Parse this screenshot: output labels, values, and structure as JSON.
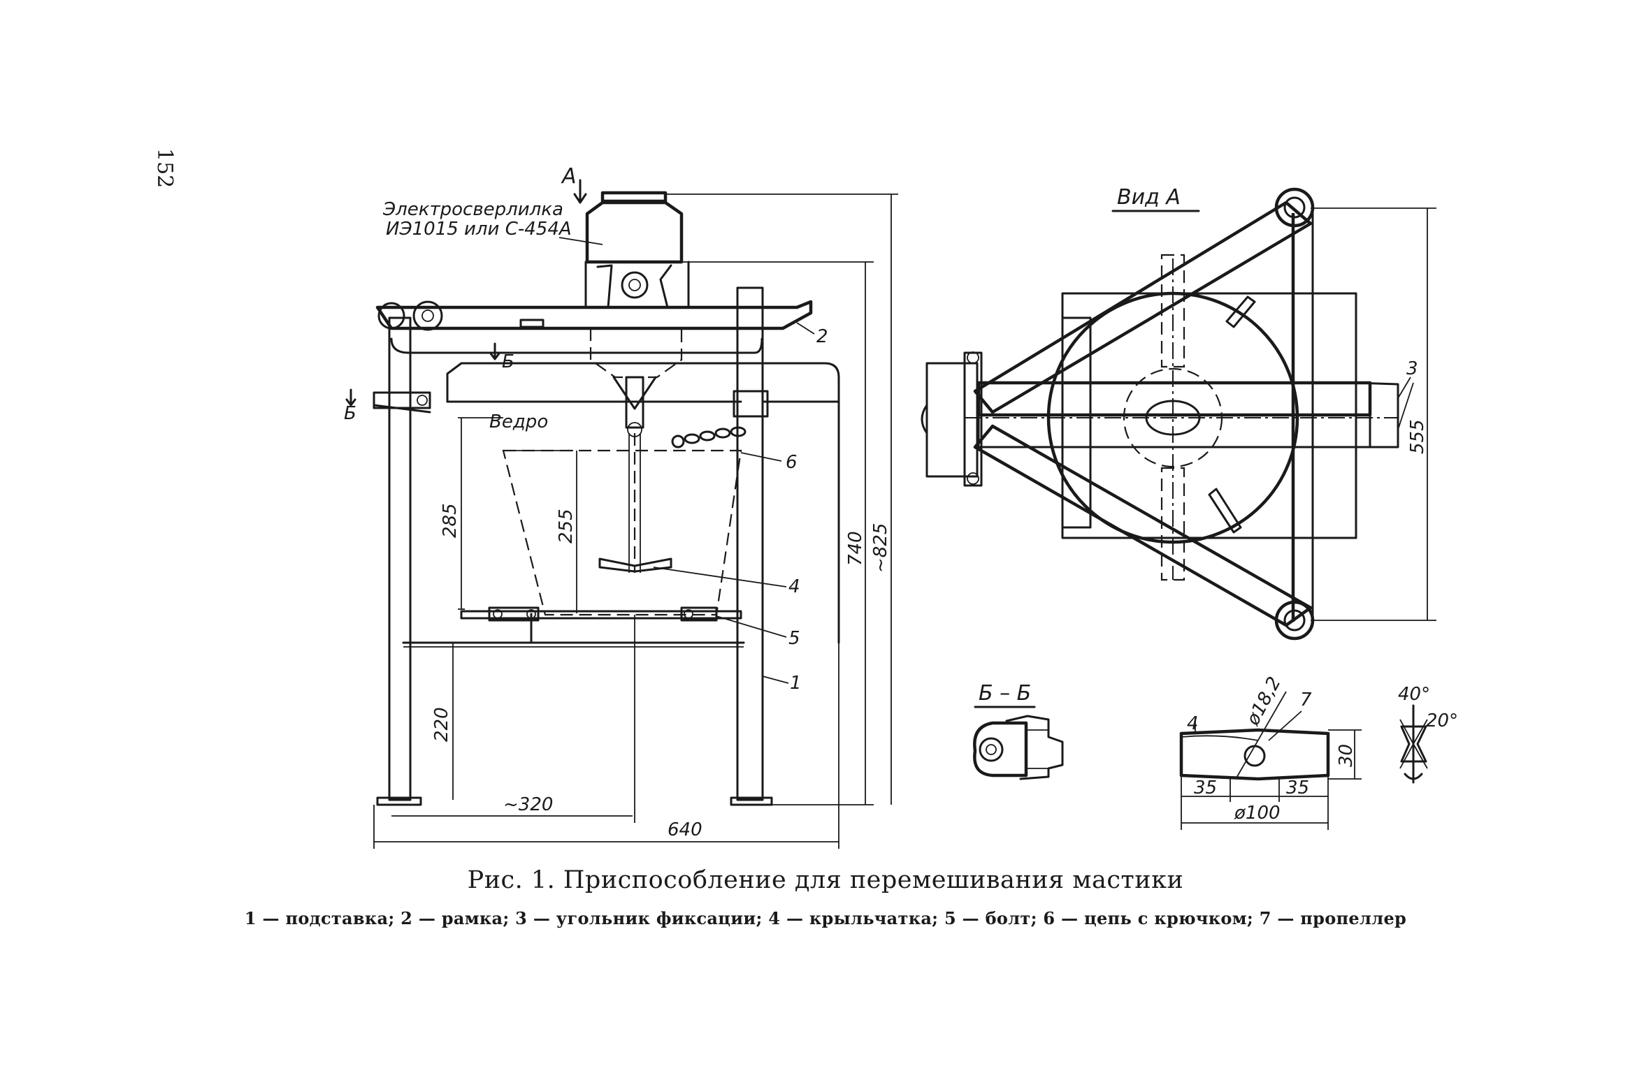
{
  "page_number": "152",
  "caption": {
    "title": "Рис. 1. Приспособление для перемешивания мастики",
    "legend": "1 — подставка; 2 — рамка; 3 — угольник фиксации; 4 — крыльчатка; 5 — болт; 6 — цепь с крючком; 7 — пропеллер"
  },
  "front_view": {
    "view_arrow_label": "А",
    "drill_label_line1": "Электросверлилка",
    "drill_label_line2": "ИЭ1015 или С-454А",
    "bucket_label": "Ведро",
    "section_mark_left": "Б",
    "section_mark_top": "Б",
    "callouts": [
      "1",
      "2",
      "4",
      "5",
      "6"
    ],
    "dimensions": [
      "285",
      "255",
      "220",
      "~320",
      "640",
      "740",
      "~825"
    ]
  },
  "top_view": {
    "title": "Вид А",
    "callout": "3",
    "dimension": "555"
  },
  "section_bb": {
    "title": "Б – Б"
  },
  "propeller_detail": {
    "callout": "7",
    "dimensions": [
      "ø18,2",
      "4",
      "30",
      "35",
      "35",
      "ø100"
    ],
    "angles": [
      "40°",
      "20°"
    ]
  }
}
